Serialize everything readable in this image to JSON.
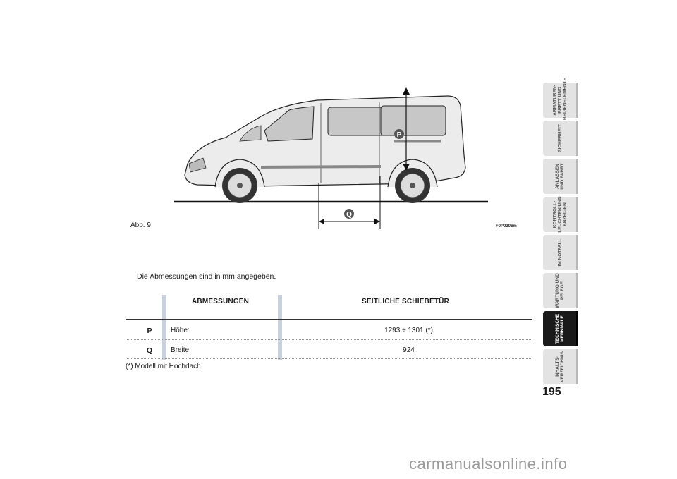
{
  "figure": {
    "caption": "Abb. 9",
    "code": "F0P0306m",
    "markers": {
      "p": "P",
      "q": "Q"
    }
  },
  "intro_text": "Die Abmessungen sind in mm angegeben.",
  "table": {
    "header_left": "ABMESSUNGEN",
    "header_right": "SEITLICHE SCHIEBETÜR",
    "rows": [
      {
        "letter": "P",
        "label": "Höhe:",
        "value": "1293 ÷ 1301 (*)"
      },
      {
        "letter": "Q",
        "label": "Breite:",
        "value": "924"
      }
    ]
  },
  "footnote": "(*) Modell mit Hochdach",
  "side_tabs": [
    {
      "label": "ARMATUREN-\nBRETT UND\nBEDIENELEMENTE",
      "active": false
    },
    {
      "label": "SICHERHEIT",
      "active": false
    },
    {
      "label": "ANLASSEN\nUND FAHRT",
      "active": false
    },
    {
      "label": "KONTROLL-\nLEUCHTEN UND\nANZEIGEN",
      "active": false
    },
    {
      "label": "IM NOTFALL",
      "active": false
    },
    {
      "label": "WARTUNG UND\nPFLEGE",
      "active": false
    },
    {
      "label": "TECHNISCHE\nMERKMALE",
      "active": true
    },
    {
      "label": "INHALTS-\nVERZEICHNIS",
      "active": false
    }
  ],
  "page_number": "195",
  "watermark": "carmanualsonline.info"
}
